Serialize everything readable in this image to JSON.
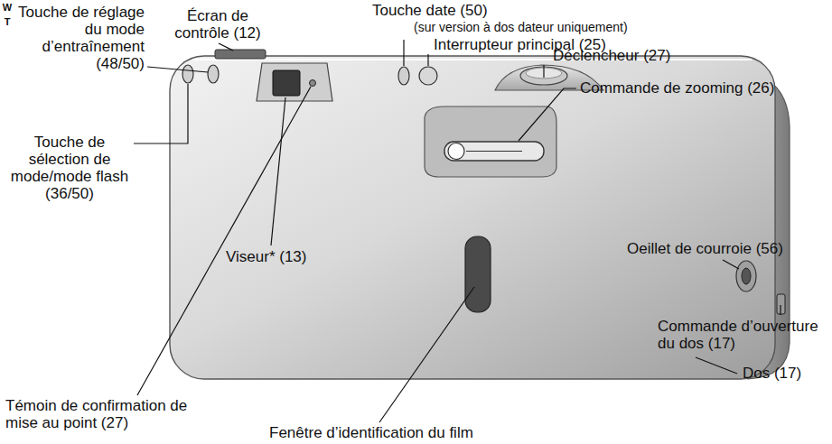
{
  "diagram": {
    "labels": [
      "Touche de réglage du mode d’entraînement (48/50)",
      "Écran de contrôle (12)",
      "Touche de sélection de mode/mode flash (36/50)",
      "Touche date (50)",
      "(sur version à dos dateur uniquement)",
      "Interrupteur principal (25)",
      "Déclencheur (27)",
      "Commande de zooming (26)",
      "W",
      "T",
      "Viseur* (13)",
      "Oeillet de courroie (56)",
      "Commande d’ouverture du dos (17)",
      "Témoin de confirmation de mise au point (27)",
      "Fenêtre d’identification du film",
      "Dos (17)"
    ]
  }
}
